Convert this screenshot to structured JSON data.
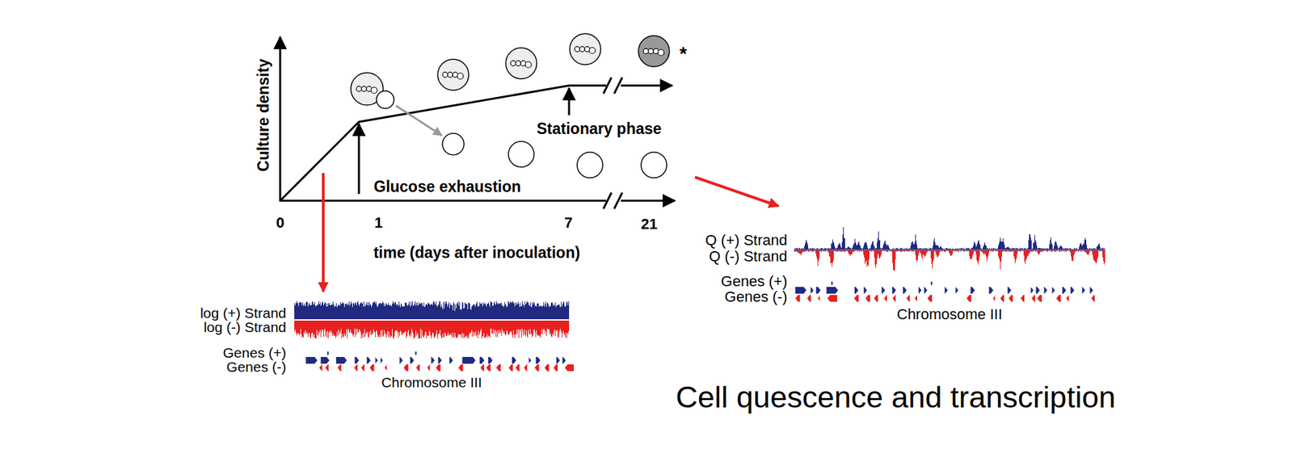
{
  "diagram": {
    "title": "Cell quescence and transcription",
    "labels": [
      "Culture density",
      "0",
      "1",
      "7",
      "21",
      "time (days after inoculation)",
      "Glucose exhaustion",
      "Stationary phase",
      "*",
      "log (+) Strand",
      "log (-) Strand",
      "Genes (+)",
      "Genes (-)",
      "Chromosome III",
      "Q (+) Strand",
      "Q (-) Strand",
      "Genes (+)",
      "Genes (-)",
      "Chromosome III"
    ]
  }
}
